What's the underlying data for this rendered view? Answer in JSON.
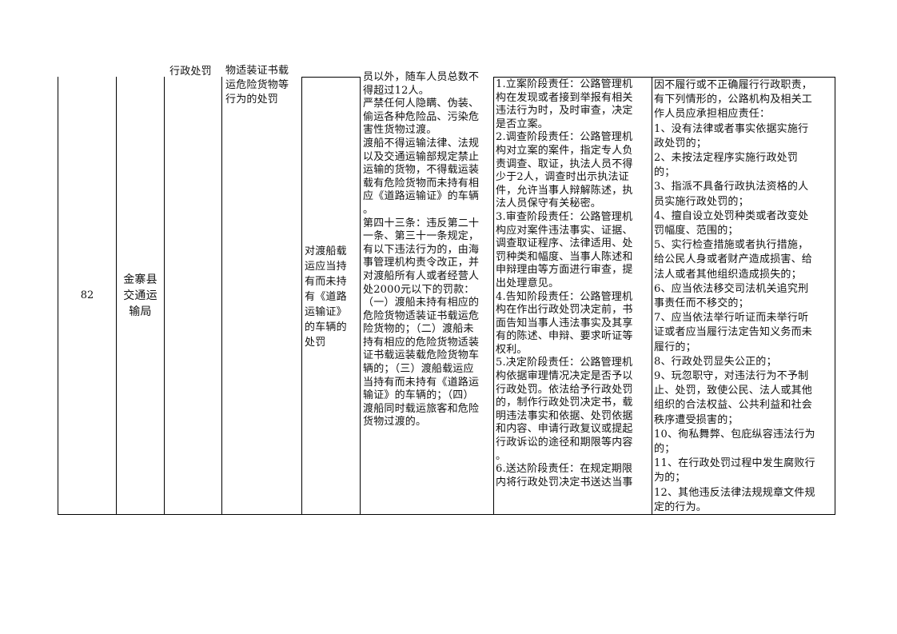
{
  "row": {
    "index": "82",
    "department": "金寨县\n交通运\n输局",
    "category_fragment": "行政处罚",
    "item_name_fragment": "物适装证书载\n运危险货物等\n行为的处罚",
    "sub_item": "对渡船载\n运应当持\n有而未持\n有《道路\n运输证》\n的车辆的\n处罚",
    "basis": "员以外，随车人员总数不\n得超过12人。\n严禁任何人隐瞒、伪装、\n偷运各种危险品、污染危\n害性货物过渡。\n渡船不得运输法律、法规\n以及交通运输部规定禁止\n运输的货物，不得载运装\n载有危险货物而未持有相\n应《道路运输证》的车辆\n。\n第四十三条：违反第二十\n一条、第三十一条规定，\n有以下违法行为的，由海\n事管理机构责令改正，并\n对渡船所有人或者经营人\n处2000元以下的罚款：\n（一）渡船未持有相应的\n危险货物适装证书载运危\n险货物的；（二）渡船未\n持有相应的危险货物适装\n证书载运装载危险货物车\n辆的；（三）渡船载运应\n当持有而未持有《道路运\n输证》的车辆的；（四）\n渡船同时载运旅客和危险\n货物过渡的。",
    "responsibility": "1.立案阶段责任：公路管理机\n构在发现或者接到举报有相关\n违法行为时，及时审查，决定\n是否立案。\n2.调查阶段责任：公路管理机\n构对立案的案件，指定专人负\n责调查、取证，执法人员不得\n少于2人，调查时出示执法证\n件，允许当事人辩解陈述，执\n法人员保守有关秘密。\n3.审查阶段责任：公路管理机\n构应对案件违法事实、证据、\n调查取证程序、法律适用、处\n罚种类和幅度、当事人陈述和\n申辩理由等方面进行审查，提\n出处理意见。\n4.告知阶段责任：公路管理机\n构在作出行政处罚决定前，书\n面告知当事人违法事实及其享\n有的陈述、申辩、要求听证等\n权利。\n5.决定阶段责任：公路管理机\n构依据审理情况决定是否予以\n行政处罚。依法给予行政处罚\n的，制作行政处罚决定书，载\n明违法事实和依据、处罚依据\n和内容、申请行政复议或提起\n行政诉讼的途径和期限等内容\n。\n6.送达阶段责任：在规定期限\n内将行政处罚决定书送达当事",
    "accountability": "因不履行或不正确履行行政职责，\n有下列情形的，公路机构及相关工\n作人员应承担相应责任：\n1、没有法律或者事实依据实施行\n政处罚的；\n2、未按法定程序实施行政处罚\n的；\n3、指派不具备行政执法资格的人\n员实施行政处罚的；\n4、擅自设立处罚种类或者改变处\n罚幅度、范围的；\n5、实行检查措施或者执行措施，\n给公民人身或者财产造成损害、给\n法人或者其他组织造成损失的；\n6、应当依法移交司法机关追究刑\n事责任而不移交的；\n7、应当依法举行听证而未举行听\n证或者应当履行法定告知义务而未\n履行的；\n8、行政处罚显失公正的；\n9、玩忽职守，对违法行为不予制\n止、处罚，致使公民、法人或其他\n组织的合法权益、公共利益和社会\n秩序遭受损害的；\n10、徇私舞弊、包庇纵容违法行为\n的；\n11、在行政处罚过程中发生腐败行\n为的；\n12、其他违反法律法规规章文件规\n定的行为。"
  }
}
